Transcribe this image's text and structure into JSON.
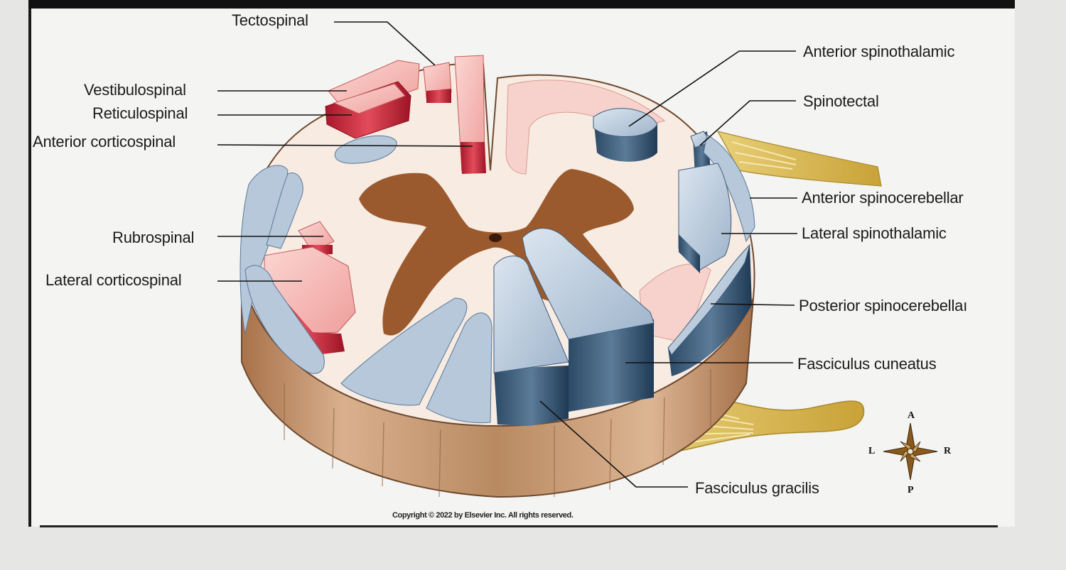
{
  "labels": {
    "tectospinal": "Tectospinal",
    "vestibulospinal": "Vestibulospinal",
    "reticulospinal": "Reticulospinal",
    "anterior_corticospinal": "Anterior corticospinal",
    "rubrospinal": "Rubrospinal",
    "lateral_corticospinal": "Lateral corticospinal",
    "anterior_spinothalamic": "Anterior spinothalamic",
    "spinotectal": "Spinotectal",
    "anterior_spinocerebellar": "Anterior spinocerebellar",
    "lateral_spinothalamic": "Lateral spinothalamic",
    "posterior_spinocerebellar": "Posterior spinocerebellaı",
    "fasciculus_cuneatus": "Fasciculus cuneatus",
    "fasciculus_gracilis": "Fasciculus gracilis"
  },
  "copyright": "Copyright © 2022 by Elsevier Inc. All rights reserved.",
  "compass": {
    "anterior": "A",
    "posterior": "P",
    "left": "L",
    "right": "R"
  },
  "colors": {
    "descending_tract": "#f0a3a3",
    "ascending_tract": "#a9bfd6",
    "gray_matter": "#9a5a2e",
    "white_matter": "#f6e9df",
    "cord_side": "#c99a74",
    "nerve_root": "#d8b54a"
  }
}
